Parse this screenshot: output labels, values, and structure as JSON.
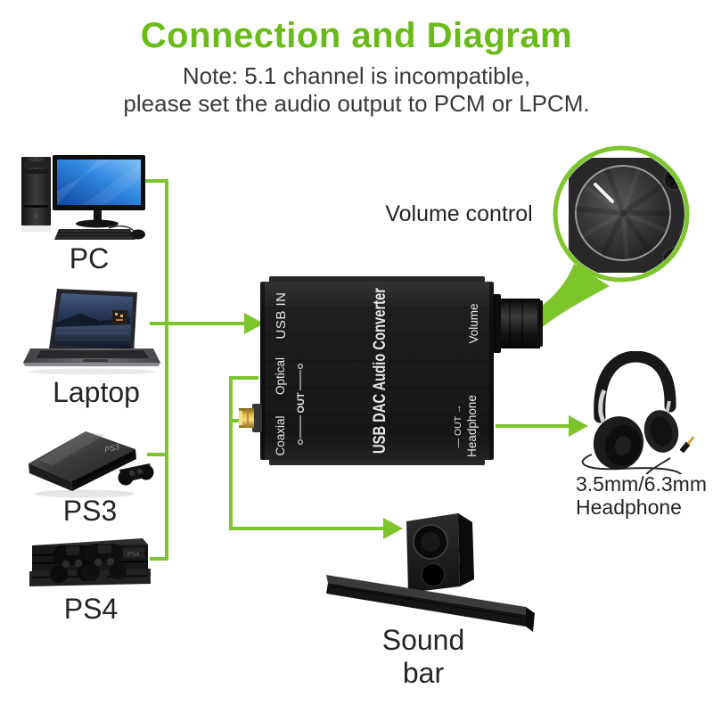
{
  "header": {
    "title": "Connection and Diagram",
    "note_line1": "Note: 5.1 channel is incompatible,",
    "note_line2": "please set the audio output to PCM or LPCM."
  },
  "accent": {
    "title_green": "#69bb1a",
    "line_green": "#7cc62c",
    "device_body": "#1d1d1d",
    "rca_gold": "#d4a834"
  },
  "sources": [
    {
      "label": "PC"
    },
    {
      "label": "Laptop"
    },
    {
      "label": "PS3"
    },
    {
      "label": "PS4"
    }
  ],
  "console_logos": {
    "ps3": "PS3",
    "ps4": "PS4"
  },
  "converter": {
    "usb_in": "USB IN",
    "optical": "Optical",
    "out": "OUT",
    "coaxial": "Coaxial",
    "name": "USB DAC Audio Converter",
    "volume": "Volume",
    "headphone_out": "— OUT →",
    "headphone": "Headphone"
  },
  "callout": {
    "label": "Volume control"
  },
  "outputs": {
    "headphone_line1": "3.5mm/6.3mm",
    "headphone_line2": "Headphone",
    "soundbar": "Sound bar"
  }
}
